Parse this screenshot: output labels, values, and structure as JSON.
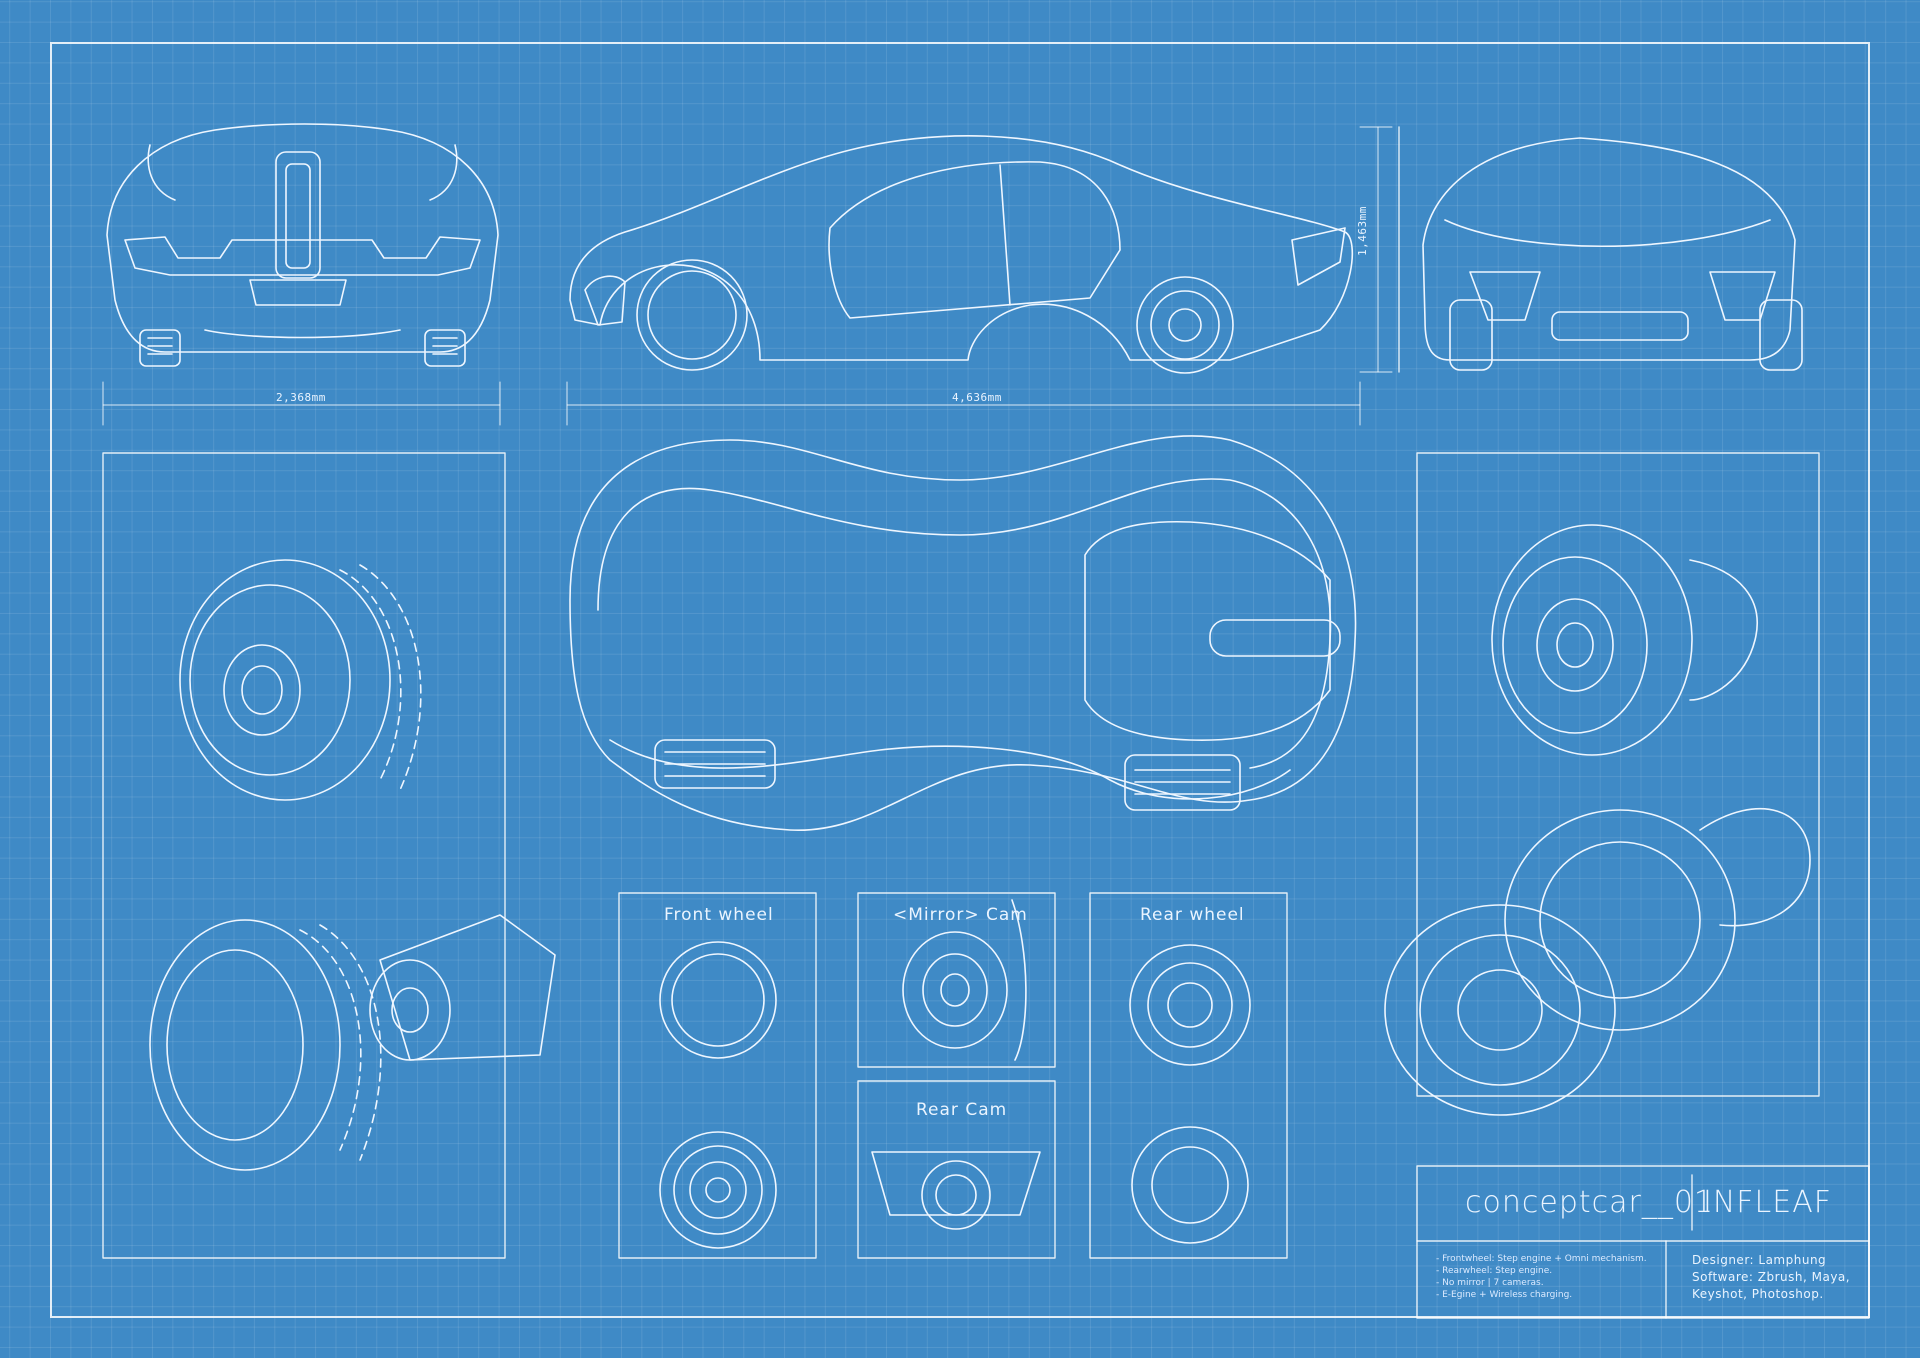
{
  "colors": {
    "background": "#3f8ac6",
    "lines": "#eef6ff"
  },
  "dimensions": {
    "width": "2,368mm",
    "length": "4,636mm",
    "height": "1,463mm"
  },
  "panels": {
    "front_wheel": "Front wheel",
    "mirror_cam": "<Mirror> Cam",
    "rear_wheel": "Rear wheel",
    "rear_cam": "Rear Cam"
  },
  "title_block": {
    "project": "conceptcar__01",
    "name": "INFLEAF",
    "notes": [
      "- Frontwheel: Step engine + Omni mechanism.",
      "- Rearwheel: Step engine.",
      "- No mirror | 7 cameras.",
      "- E-Egine + Wireless charging."
    ],
    "credits": [
      "Designer: Lamphung",
      "Software: Zbrush, Maya,",
      "Keyshot, Photoshop."
    ]
  }
}
